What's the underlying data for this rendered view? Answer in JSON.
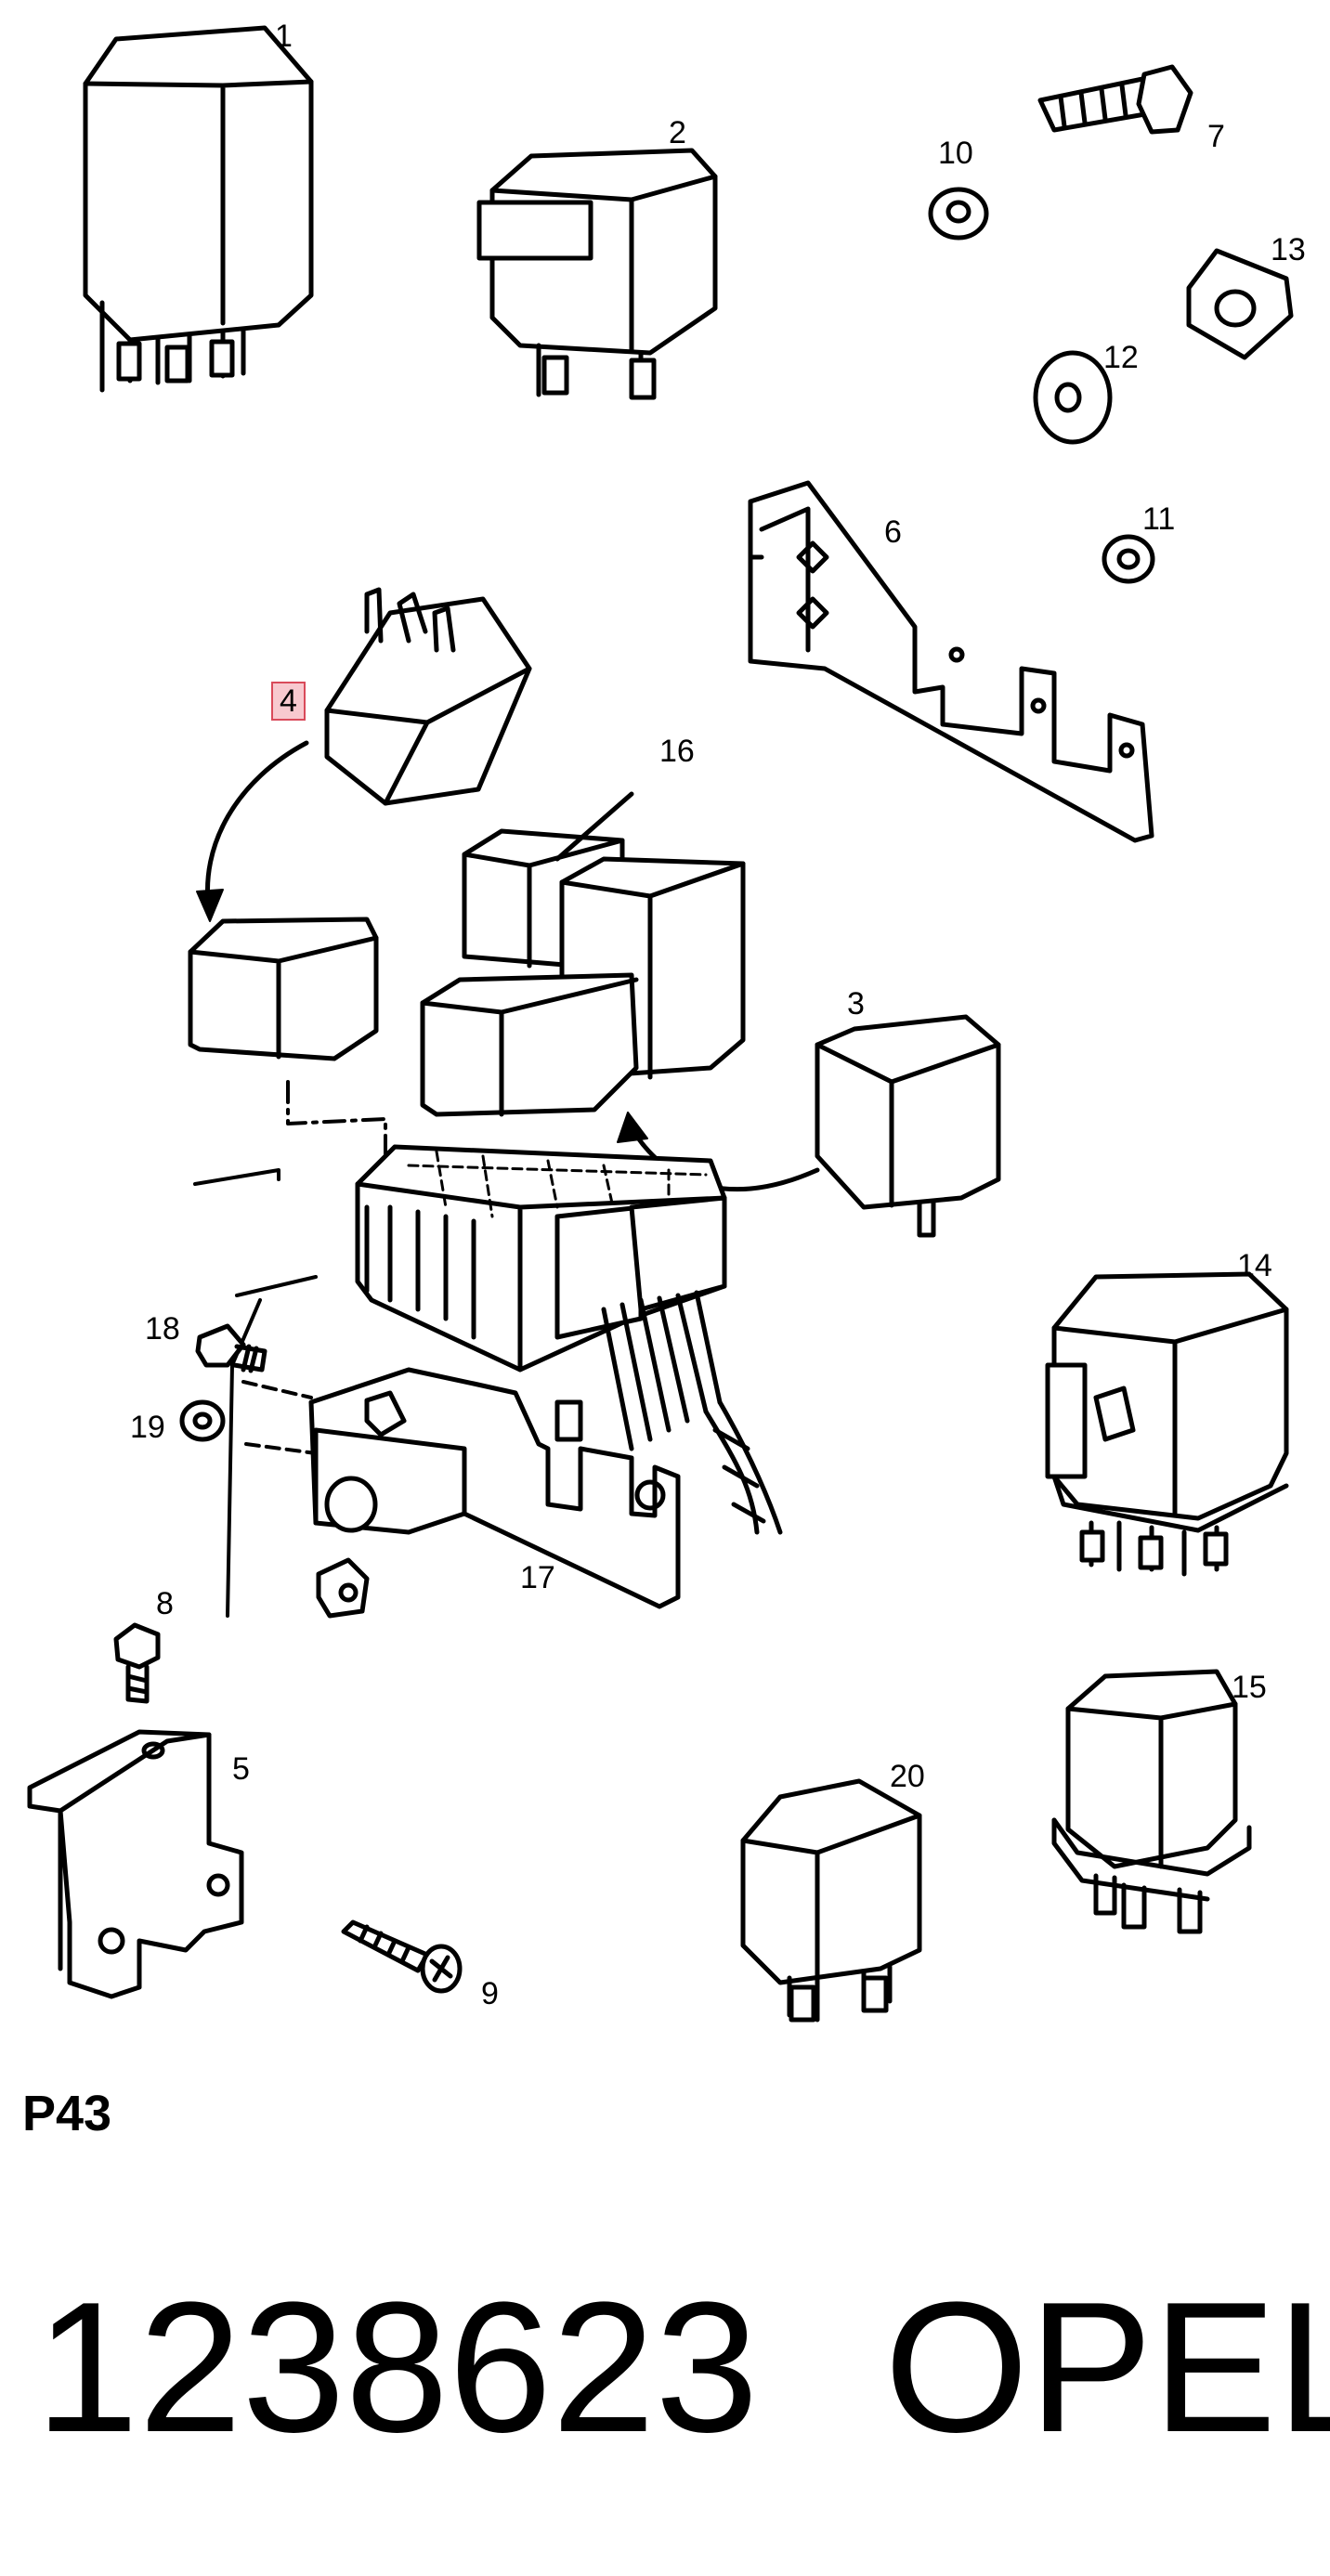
{
  "diagram_code": "P43",
  "part_number": "1238623",
  "brand": "OPEL",
  "highlighted_callout": "4",
  "highlight_color": "#f8c9cf",
  "callouts": {
    "n1": "1",
    "n2": "2",
    "n3": "3",
    "n4": "4",
    "n5": "5",
    "n6": "6",
    "n7": "7",
    "n8": "8",
    "n9": "9",
    "n10": "10",
    "n11": "11",
    "n12": "12",
    "n13": "13",
    "n14": "14",
    "n15": "15",
    "n16": "16",
    "n17": "17",
    "n18": "18",
    "n19": "19",
    "n20": "20"
  }
}
